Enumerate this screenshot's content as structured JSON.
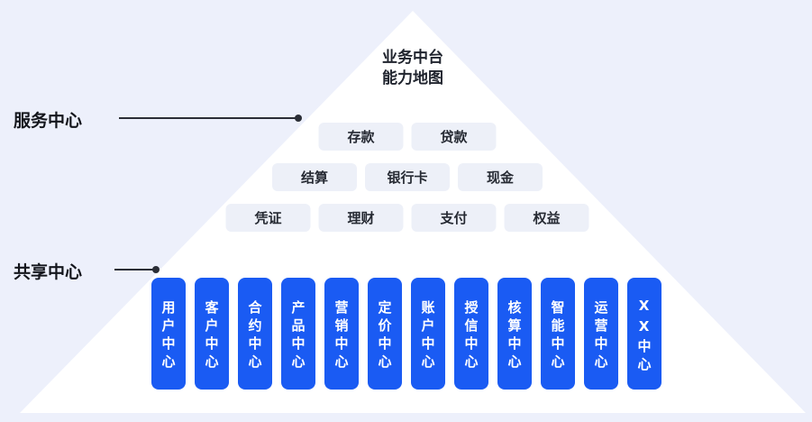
{
  "diagram": {
    "title_lines": {
      "line1": "业务中台",
      "line2": "能力地图"
    },
    "side_labels": {
      "service_center": "服务中心",
      "shared_center": "共享中心"
    },
    "pill_rows": [
      [
        "存款",
        "贷款"
      ],
      [
        "结算",
        "银行卡",
        "现金"
      ],
      [
        "凭证",
        "理财",
        "支付",
        "权益"
      ]
    ],
    "centers": [
      "用户中心",
      "客户中心",
      "合约中心",
      "产品中心",
      "营销中心",
      "定价中心",
      "账户中心",
      "授信中心",
      "核算中心",
      "智能中心",
      "运营中心",
      "XX中心"
    ],
    "colors": {
      "background": "#edf0fb",
      "pyramid": "#ffffff",
      "pill_background": "#edf0f8",
      "bar_background": "#1a5bf3",
      "dark_text": "#20242e",
      "bar_text": "#ffffff"
    }
  }
}
